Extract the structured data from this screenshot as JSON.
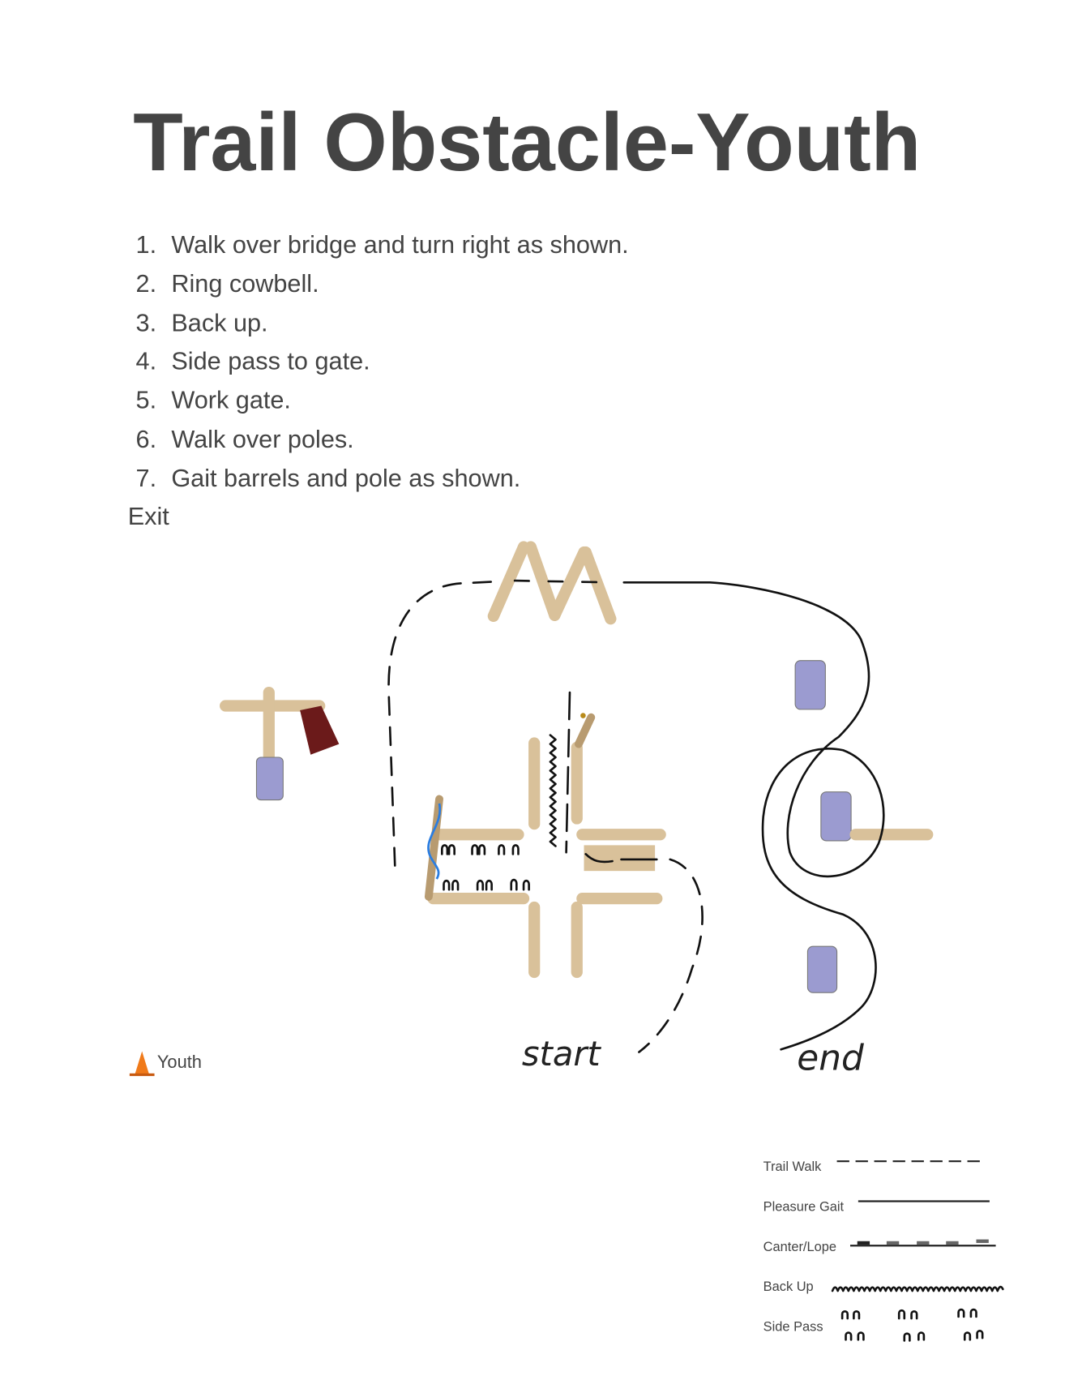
{
  "title": "Trail Obstacle-Youth",
  "instructions": [
    {
      "num": "1.",
      "text": "Walk over bridge and turn right as shown."
    },
    {
      "num": "2.",
      "text": "Ring cowbell."
    },
    {
      "num": "3.",
      "text": "Back up."
    },
    {
      "num": "4.",
      "text": "Side pass to gate."
    },
    {
      "num": "5.",
      "text": "Work gate."
    },
    {
      "num": "6.",
      "text": "Walk over poles."
    },
    {
      "num": "7.",
      "text": "Gait barrels and pole as shown."
    }
  ],
  "exit_label": "Exit",
  "division": {
    "icon": "traffic-cone-icon",
    "label": "Youth"
  },
  "diagram": {
    "start_label": "start",
    "end_label": "end"
  },
  "legend": {
    "trail_walk": "Trail Walk",
    "pleasure_gait": "Pleasure Gait",
    "canter_lope": "Canter/Lope",
    "back_up": "Back Up",
    "side_pass": "Side Pass"
  },
  "colors": {
    "pole": "#d9c19a",
    "barrel": "#9b9bd0",
    "cowbell": "#6b1a1a",
    "gate_rope": "#2a7de1"
  }
}
